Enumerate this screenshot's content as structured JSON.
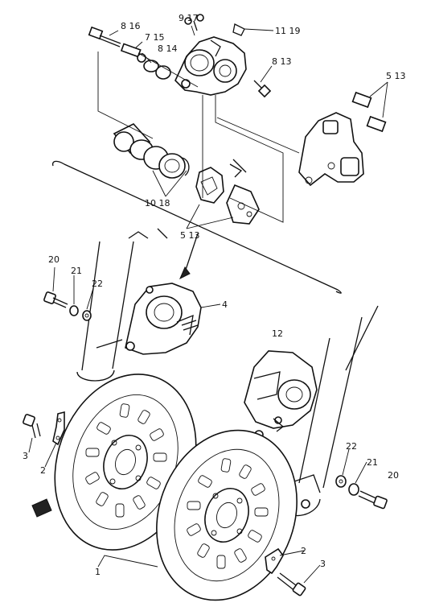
{
  "labels": {
    "l_816": "8 16",
    "l_917": "9 17",
    "l_1119": "11 19",
    "l_715": "7 15",
    "l_814": "8 14",
    "l_813a": "8 13",
    "l_513a": "5 13",
    "l_1018": "10 18",
    "l_513b": "5 13",
    "l_20a": "20",
    "l_21a": "21",
    "l_22a": "22",
    "l_4": "4",
    "l_12": "12",
    "l_3a": "3",
    "l_2a": "2",
    "l_22b": "22",
    "l_21b": "21",
    "l_20b": "20",
    "l_1": "1",
    "l_2b": "2",
    "l_3b": "3"
  },
  "colors": {
    "ink": "#111111",
    "paper": "#ffffff"
  }
}
